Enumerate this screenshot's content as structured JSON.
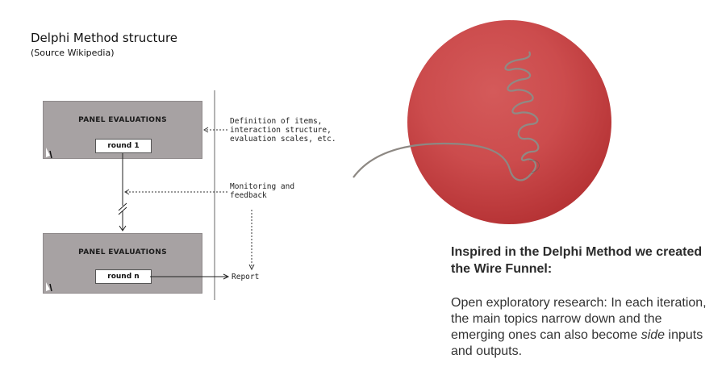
{
  "header": {
    "title": "Delphi Method structure",
    "subtitle": "(Source Wikipedia)"
  },
  "diagram": {
    "panels": [
      {
        "title": "PANEL EVALUATIONS",
        "round": "round 1"
      },
      {
        "title": "PANEL EVALUATIONS",
        "round": "round n"
      }
    ],
    "notes": {
      "definition": "Definition of items,\ninteraction structure,\nevaluation scales, etc.",
      "monitoring": "Monitoring and\nfeedback",
      "report": "Report"
    }
  },
  "image": {
    "description_icon": "wire-funnel-icon",
    "circle_color": "#c94547",
    "wire_color": "#8a8580"
  },
  "text": {
    "headline": "Inspired in the Delphi Method we created the Wire Funnel:",
    "body_before": "Open exploratory research: In each iteration, the main topics narrow down and the emerging ones can also become ",
    "body_emphasis": "side",
    "body_after": " inputs and outputs."
  }
}
